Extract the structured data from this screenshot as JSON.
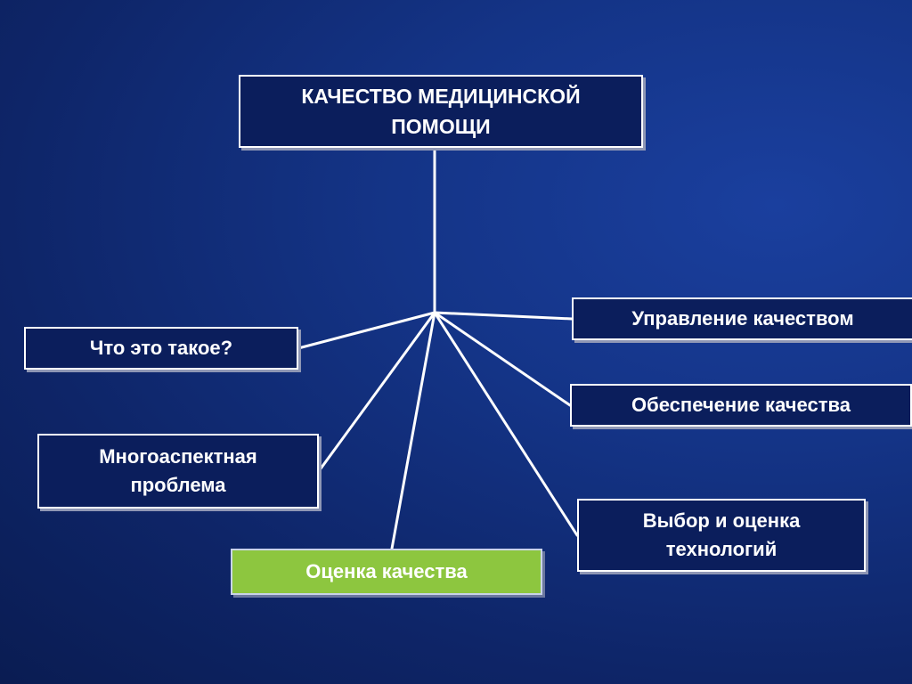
{
  "diagram": {
    "root": {
      "line1": "КАЧЕСТВО МЕДИЦИНСКОЙ",
      "line2": "ПОМОЩИ"
    },
    "branches": {
      "what_is_it": "Что это такое?",
      "multi_aspect": {
        "line1": "Многоаспектная",
        "line2": "проблема"
      },
      "quality_assessment": "Оценка качества",
      "quality_management": "Управление качеством",
      "quality_assurance": "Обеспечение качества",
      "technology_choice": {
        "line1": "Выбор и оценка",
        "line2": "технологий"
      }
    },
    "colors": {
      "background": "#143487",
      "box_fill": "#0b1e5c",
      "box_border": "#ffffff",
      "highlight_fill": "#8dc63f",
      "connector": "#ffffff"
    }
  }
}
